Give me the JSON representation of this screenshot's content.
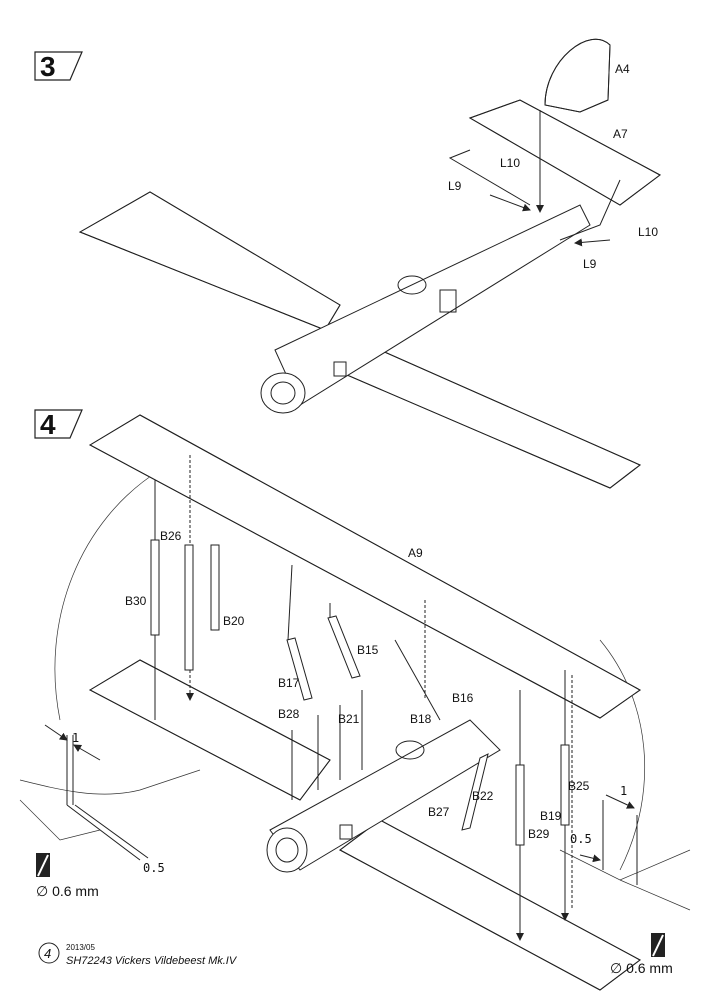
{
  "steps": {
    "step3": {
      "number": "3"
    },
    "step4": {
      "number": "4"
    }
  },
  "step3_labels": {
    "a4": "A4",
    "a7": "A7",
    "l10_left": "L10",
    "l9_left": "L9",
    "l10_right": "L10",
    "l9_right": "L9"
  },
  "step4_labels": {
    "a9": "A9",
    "b26": "B26",
    "b30": "B30",
    "b20": "B20",
    "b17": "B17",
    "b15": "B15",
    "b28": "B28",
    "b21": "B21",
    "b18": "B18",
    "b16": "B16",
    "b22": "B22",
    "b27": "B27",
    "b25": "B25",
    "b19": "B19",
    "b29": "B29"
  },
  "detail_left": {
    "dim_1": "1",
    "dim_05": "0.5",
    "diameter": "∅ 0.6 mm"
  },
  "detail_right": {
    "dim_1": "1",
    "dim_05": "0.5",
    "diameter": "∅ 0.6 mm"
  },
  "footer": {
    "page_number": "4",
    "code": "2013/05",
    "title": "SH72243 Vickers Vildebeest Mk.IV"
  },
  "colors": {
    "ink": "#222222",
    "paper": "#ffffff"
  }
}
